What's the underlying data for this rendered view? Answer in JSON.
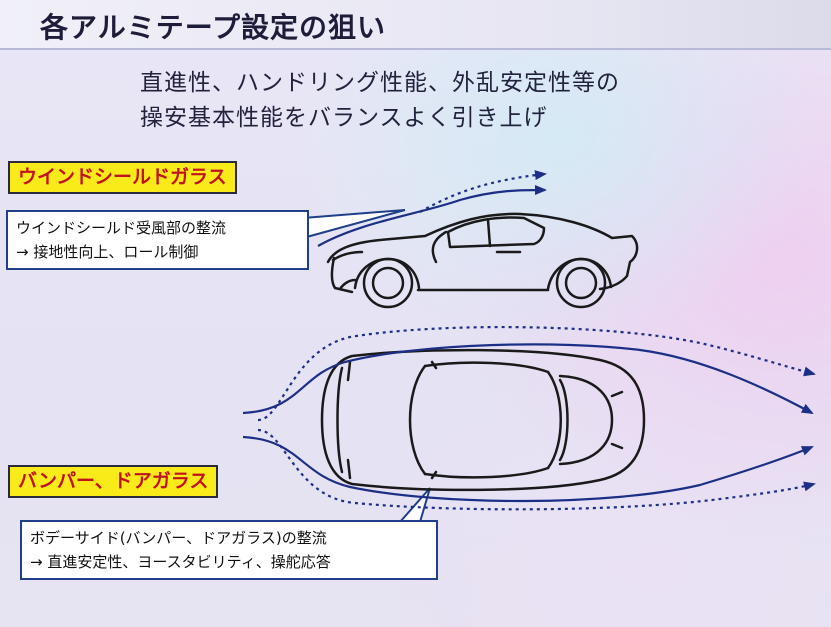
{
  "title": "各アルミテープ設定の狙い",
  "subtitle": {
    "line1": "直進性、ハンドリング性能、外乱安定性等の",
    "line2": "操安基本性能をバランスよく引き上げ"
  },
  "windshield": {
    "label": "ウインドシールドガラス",
    "callout_line1": "ウインドシールド受風部の整流",
    "callout_line2": "→ 接地性向上、ロール制御"
  },
  "bumper": {
    "label": "バンパー、ドアガラス",
    "callout_line1": "ボデーサイド(バンパー、ドアガラス)の整流",
    "callout_line2": "→ 直進安定性、ヨースタビリティ、操舵応答"
  },
  "colors": {
    "label_fill": "#f9ea1a",
    "label_text": "#c1121f",
    "callout_border": "#1f3f8a",
    "airflow_arrow": "#1c2f86"
  }
}
